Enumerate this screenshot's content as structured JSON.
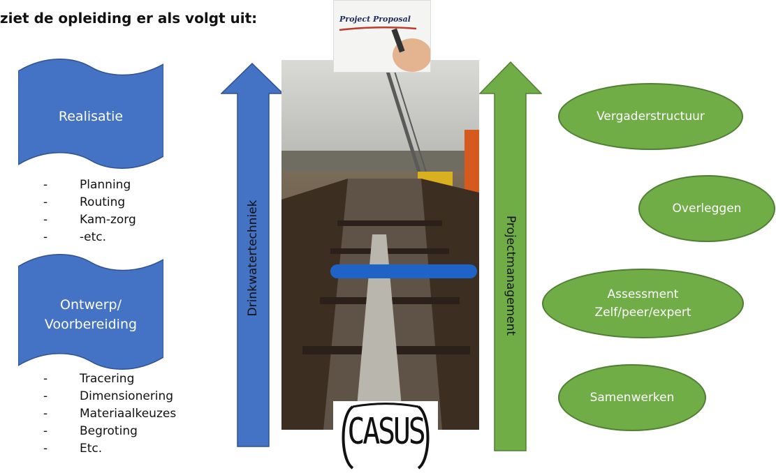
{
  "heading": "ziet de opleiding er als volgt uit:",
  "left": {
    "banner_top": {
      "label": "Realisatie",
      "color": "#4472c4"
    },
    "list_top": [
      "Planning",
      "Routing",
      "Kam-zorg",
      "-etc."
    ],
    "banner_bottom": {
      "line1": "Ontwerp/",
      "line2": "Voorbereiding",
      "color": "#4472c4"
    },
    "list_bottom": [
      "Tracering",
      "Dimensionering",
      "Materiaalkeuzes",
      "Begroting",
      "Etc."
    ],
    "dash": "-"
  },
  "arrows": {
    "blue": {
      "label": "Drinkwatertechniek",
      "color": "#4472c4"
    },
    "green": {
      "label": "Projectmanagement",
      "color": "#70ad47"
    }
  },
  "images": {
    "proposal_sign": "Project Proposal",
    "casus_logo": "CASUS"
  },
  "ellipses": [
    {
      "line1": "Vergaderstructuur",
      "line2": ""
    },
    {
      "line1": "Overleggen",
      "line2": ""
    },
    {
      "line1": "Assessment",
      "line2": "Zelf/peer/expert"
    },
    {
      "line1": "Samenwerken",
      "line2": ""
    }
  ]
}
